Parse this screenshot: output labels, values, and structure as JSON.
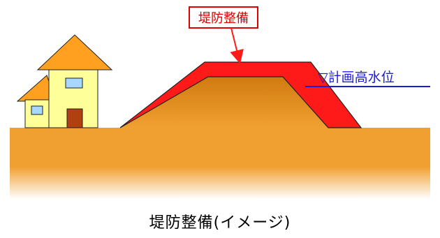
{
  "diagram": {
    "label": "堤防整備",
    "water_level_label": "▽計画高水位",
    "caption": "堤防整備(イメージ)"
  },
  "colors": {
    "ground_top": "#f0a030",
    "ground_bottom": "#ffffff",
    "dike_body_top": "#d07a10",
    "dike_body_bottom": "#f0a030",
    "dike_overlay": "#ff1a1a",
    "water_line": "#1c1cd8",
    "label_border": "#e00000",
    "label_text": "#e00000",
    "house_wall": "#ffff99",
    "house_roof": "#ffa020",
    "house_window": "#a8d8ff",
    "house_door": "#b04010",
    "outline": "#202020"
  }
}
